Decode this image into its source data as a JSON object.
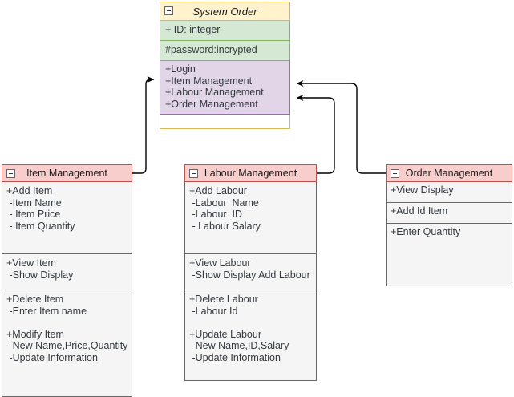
{
  "diagram": {
    "type": "uml-class-diagram",
    "background": "#ffffff",
    "colors": {
      "title_fill": "#fff2cc",
      "title_stroke": "#d6b656",
      "attribute_fill": "#d5e8d4",
      "attribute_stroke": "#82b366",
      "operation_fill": "#e1d5e7",
      "operation_stroke": "#9673a6",
      "class_header_fill": "#f8cecc",
      "class_header_stroke": "#b85450",
      "class_body_fill": "#f5f5f5",
      "class_body_stroke": "#666666",
      "connector_stroke": "#000000",
      "text": "#33393f"
    }
  },
  "system_order": {
    "collapse_icon": "collapse-minus-icon",
    "title": "System Order",
    "attributes": [
      "+ ID: integer",
      "#password:incrypted"
    ],
    "operations": [
      "+Login",
      "+Item Management",
      "+Labour Management",
      "+Order Management"
    ],
    "operations_text": "+Login\n+Item Management\n+Labour Management\n+Order Management",
    "empty_compartment": ""
  },
  "classes": [
    {
      "id": "item-management",
      "collapse_icon": "collapse-minus-icon",
      "title": "Item Management",
      "sections": [
        {
          "height": 90,
          "lines": [
            "+Add Item",
            " -Item Name",
            " - Item Price",
            " - Item Quantity"
          ],
          "text": "+Add Item\n -Item Name\n - Item Price\n - Item Quantity"
        },
        {
          "height": 45,
          "lines": [
            "+View Item",
            " -Show Display"
          ],
          "text": "+View Item\n -Show Display"
        },
        {
          "height": 133,
          "lines": [
            "+Delete Item",
            " -Enter Item name",
            "",
            "+Modify Item",
            " -New Name,Price,Quantity",
            " -Update Information"
          ],
          "text": "+Delete Item\n -Enter Item name\n\n+Modify Item\n -New Name,Price,Quantity\n -Update Information"
        }
      ]
    },
    {
      "id": "labour-management",
      "collapse_icon": "collapse-minus-icon",
      "title": "Labour Management",
      "sections": [
        {
          "height": 90,
          "lines": [
            "+Add Labour",
            " -Labour  Name",
            " -Labour  ID",
            " - Labour Salary"
          ],
          "text": "+Add Labour\n -Labour  Name\n -Labour  ID\n - Labour Salary"
        },
        {
          "height": 45,
          "lines": [
            "+View Labour",
            " -Show Display Add Labour"
          ],
          "text": "+View Labour\n -Show Display Add Labour"
        },
        {
          "height": 113,
          "lines": [
            "+Delete Labour",
            " -Labour Id",
            "",
            "+Update Labour",
            " -New Name,ID,Salary",
            " -Update Information"
          ],
          "text": "+Delete Labour\n -Labour Id\n\n+Update Labour\n -New Name,ID,Salary\n -Update Information"
        }
      ]
    },
    {
      "id": "order-management",
      "collapse_icon": "collapse-minus-icon",
      "title": "Order Management",
      "sections": [
        {
          "height": 26,
          "lines": [
            "+View Display"
          ],
          "text": "+View Display"
        },
        {
          "height": 26,
          "lines": [
            "+Add Id Item"
          ],
          "text": "+Add Id Item"
        },
        {
          "height": 78,
          "lines": [
            "+Enter Quantity"
          ],
          "text": "+Enter Quantity"
        }
      ]
    }
  ],
  "connectors": [
    {
      "id": "item-to-system",
      "name": "connector-item-management-to-system-order",
      "from": "item-management",
      "to": "system-order",
      "arrow": "open-arrow-head"
    },
    {
      "id": "labour-to-system",
      "name": "connector-labour-management-to-system-order",
      "from": "labour-management",
      "to": "system-order",
      "arrow": "open-arrow-head"
    },
    {
      "id": "order-to-system",
      "name": "connector-order-management-to-system-order",
      "from": "order-management",
      "to": "system-order",
      "arrow": "open-arrow-head"
    }
  ]
}
